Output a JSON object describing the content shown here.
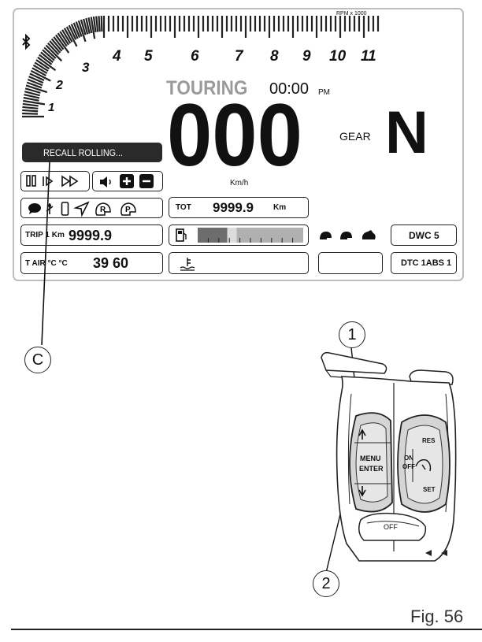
{
  "dashboard": {
    "rpm_unit": "RPM x 1000",
    "rpm_labels": [
      "1",
      "2",
      "3",
      "4",
      "5",
      "6",
      "7",
      "8",
      "9",
      "10",
      "11"
    ],
    "mode": "TOURING",
    "time": "00:00",
    "time_suffix": "PM",
    "speed": "000",
    "speed_unit": "Km/h",
    "gear_label": "GEAR",
    "gear_value": "N",
    "recall_label": "RECALL ROLLING...",
    "tot_label": "TOT",
    "tot_value": "9999.9",
    "tot_unit": "Km",
    "trip_label": "TRIP 1 Km",
    "trip_value": "9999.9",
    "tair_label": "T AIR °C °C",
    "tair_value": "39 60",
    "dwc_label": "DWC 5",
    "dtc_label": "DTC 1ABS 1",
    "fuel_level": 0.28
  },
  "callouts": {
    "c": "C",
    "one": "1",
    "two": "2"
  },
  "switch": {
    "menu_line1": "MENU",
    "menu_line2": "ENTER",
    "res": "RES",
    "set": "SET",
    "on": "ON",
    "off": "OFF",
    "off_lower": "OFF"
  },
  "figure": {
    "caption": "Fig. 56"
  },
  "icons": {
    "bluetooth": "bluetooth-icon",
    "pause": "pause-icon",
    "play": "play-icon",
    "fast_forward": "fast-forward-icon",
    "volume": "speaker-icon",
    "plus": "plus-icon",
    "minus": "minus-icon",
    "chat": "chat-bubble-icon",
    "phone": "phone-icon",
    "navigation": "navigation-arrow-icon",
    "rider": "rider-helmet-icon",
    "passenger": "passenger-helmet-icon",
    "fuel": "fuel-pump-icon",
    "coolant": "coolant-temperature-icon"
  }
}
